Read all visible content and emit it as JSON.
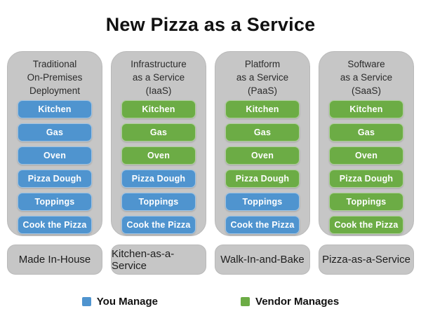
{
  "title": "New Pizza as a Service",
  "colors": {
    "you_manage": "#4f94cf",
    "vendor_manages": "#6cac45",
    "container": "#c6c6c6"
  },
  "columns": [
    {
      "header_lines": [
        "Traditional",
        "On-Premises",
        "Deployment"
      ],
      "steps": [
        {
          "label": "Kitchen",
          "owner": "you"
        },
        {
          "label": "Gas",
          "owner": "you"
        },
        {
          "label": "Oven",
          "owner": "you"
        },
        {
          "label": "Pizza Dough",
          "owner": "you"
        },
        {
          "label": "Toppings",
          "owner": "you"
        },
        {
          "label": "Cook the Pizza",
          "owner": "you"
        }
      ],
      "footer": "Made In-House"
    },
    {
      "header_lines": [
        "Infrastructure",
        "as a Service",
        "(IaaS)"
      ],
      "steps": [
        {
          "label": "Kitchen",
          "owner": "vendor"
        },
        {
          "label": "Gas",
          "owner": "vendor"
        },
        {
          "label": "Oven",
          "owner": "vendor"
        },
        {
          "label": "Pizza Dough",
          "owner": "you"
        },
        {
          "label": "Toppings",
          "owner": "you"
        },
        {
          "label": "Cook the Pizza",
          "owner": "you"
        }
      ],
      "footer": "Kitchen-as-a-Service"
    },
    {
      "header_lines": [
        "Platform",
        "as a Service",
        "(PaaS)"
      ],
      "steps": [
        {
          "label": "Kitchen",
          "owner": "vendor"
        },
        {
          "label": "Gas",
          "owner": "vendor"
        },
        {
          "label": "Oven",
          "owner": "vendor"
        },
        {
          "label": "Pizza Dough",
          "owner": "vendor"
        },
        {
          "label": "Toppings",
          "owner": "you"
        },
        {
          "label": "Cook the Pizza",
          "owner": "you"
        }
      ],
      "footer": "Walk-In-and-Bake"
    },
    {
      "header_lines": [
        "Software",
        "as a Service",
        "(SaaS)"
      ],
      "steps": [
        {
          "label": "Kitchen",
          "owner": "vendor"
        },
        {
          "label": "Gas",
          "owner": "vendor"
        },
        {
          "label": "Oven",
          "owner": "vendor"
        },
        {
          "label": "Pizza Dough",
          "owner": "vendor"
        },
        {
          "label": "Toppings",
          "owner": "vendor"
        },
        {
          "label": "Cook the Pizza",
          "owner": "vendor"
        }
      ],
      "footer": "Pizza-as-a-Service"
    }
  ],
  "legend": [
    {
      "label": "You Manage",
      "owner": "you",
      "color": "#4f94cf"
    },
    {
      "label": "Vendor Manages",
      "owner": "vendor",
      "color": "#6cac45"
    }
  ]
}
